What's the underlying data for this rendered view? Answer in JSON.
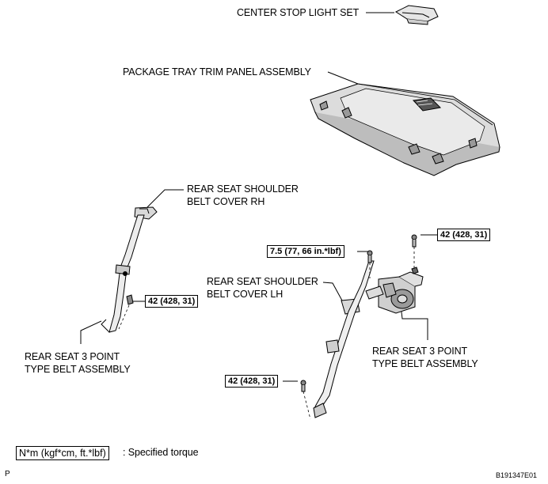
{
  "labels": {
    "center_stop_light": "CENTER STOP LIGHT SET",
    "package_tray": "PACKAGE TRAY TRIM PANEL ASSEMBLY",
    "shoulder_cover_rh_line1": "REAR SEAT SHOULDER",
    "shoulder_cover_rh_line2": "BELT COVER RH",
    "shoulder_cover_lh_line1": "REAR SEAT SHOULDER",
    "shoulder_cover_lh_line2": "BELT COVER LH",
    "belt_left_line1": "REAR SEAT 3 POINT",
    "belt_left_line2": "TYPE BELT ASSEMBLY",
    "belt_right_line1": "REAR SEAT 3 POINT",
    "belt_right_line2": "TYPE BELT ASSEMBLY"
  },
  "torques": {
    "left_anchor": "42 (428, 31)",
    "right_top": "42 (428, 31)",
    "right_small": "7.5 (77, 66 in.*lbf)",
    "right_bottom": "42 (428, 31)"
  },
  "legend": {
    "unit": "N*m (kgf*cm, ft.*lbf)",
    "text": ": Specified torque"
  },
  "footer": {
    "left_mark": "P",
    "figure_code": "B191347E01"
  }
}
